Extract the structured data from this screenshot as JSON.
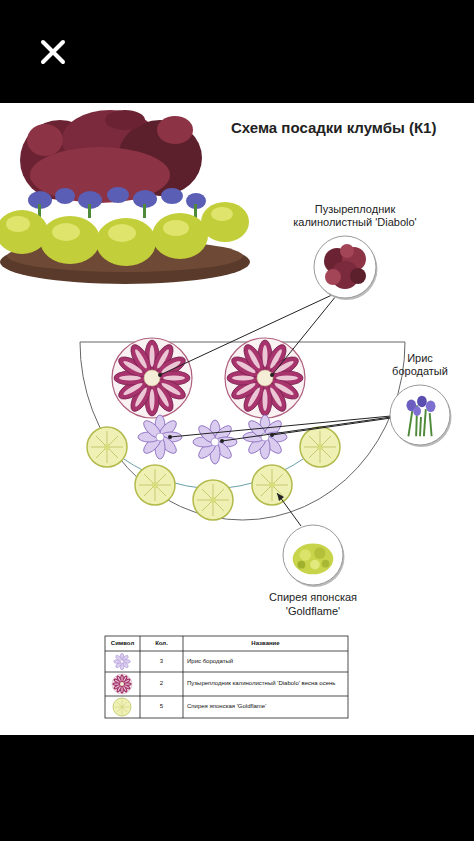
{
  "diagram": {
    "title": "Схема посадки клумбы (К1)",
    "nodes": [
      {
        "text": [
          "Пузыреплодник калинолистный 'Diabolo'"
        ]
      },
      {
        "text": [
          "Ирис бородатый"
        ]
      },
      {
        "text": [
          "Спирея японская 'Goldflame'"
        ]
      }
    ],
    "labels": [
      "Символ",
      "Кол.",
      "Название",
      "3",
      "Ирис бородатый",
      "2",
      "Пузыреплодник калинолистный 'Diabolo' весна осень",
      "5",
      "Спирея японская 'Goldflame'"
    ]
  }
}
